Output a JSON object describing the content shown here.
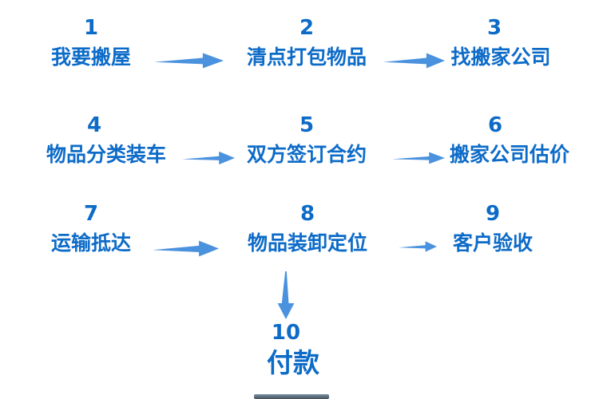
{
  "steps": [
    {
      "num": "1",
      "label": "我要搬屋"
    },
    {
      "num": "2",
      "label": "清点打包物品"
    },
    {
      "num": "3",
      "label": "找搬家公司"
    },
    {
      "num": "4",
      "label": "物品分类装车"
    },
    {
      "num": "5",
      "label": "双方签订合约"
    },
    {
      "num": "6",
      "label": "搬家公司估价"
    },
    {
      "num": "7",
      "label": "运输抵达"
    },
    {
      "num": "8",
      "label": "物品装卸定位"
    },
    {
      "num": "9",
      "label": "客户验收"
    },
    {
      "num": "10",
      "label": "付款"
    }
  ],
  "connections": [
    {
      "from": "1",
      "to": "2",
      "direction": "right"
    },
    {
      "from": "2",
      "to": "3",
      "direction": "right"
    },
    {
      "from": "4",
      "to": "5",
      "direction": "right"
    },
    {
      "from": "5",
      "to": "6",
      "direction": "right"
    },
    {
      "from": "7",
      "to": "8",
      "direction": "right"
    },
    {
      "from": "8",
      "to": "9",
      "direction": "right"
    },
    {
      "from": "8",
      "to": "10",
      "direction": "down"
    }
  ],
  "colors": {
    "text_blue": "#0d6bc8",
    "arrow_blue": "#4a92de",
    "background": "#ffffff"
  }
}
